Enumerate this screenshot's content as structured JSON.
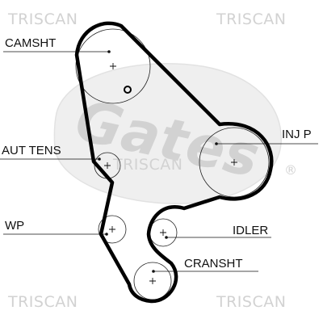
{
  "watermark": {
    "brand_top_left": "TRISCAN",
    "brand_top_right": "TRISCAN",
    "brand_center": "TRISCAN",
    "brand_bottom_left": "TRISCAN",
    "brand_bottom_right": "TRISCAN",
    "logo_text": "Gates",
    "registered_mark": "®"
  },
  "labels": {
    "camshaft": "CAMSHT",
    "auto_tensioner": "AUT TENS",
    "water_pump": "WP",
    "injection_pump": "INJ P",
    "idler": "IDLER",
    "crankshaft": "CRANSHT"
  }
}
